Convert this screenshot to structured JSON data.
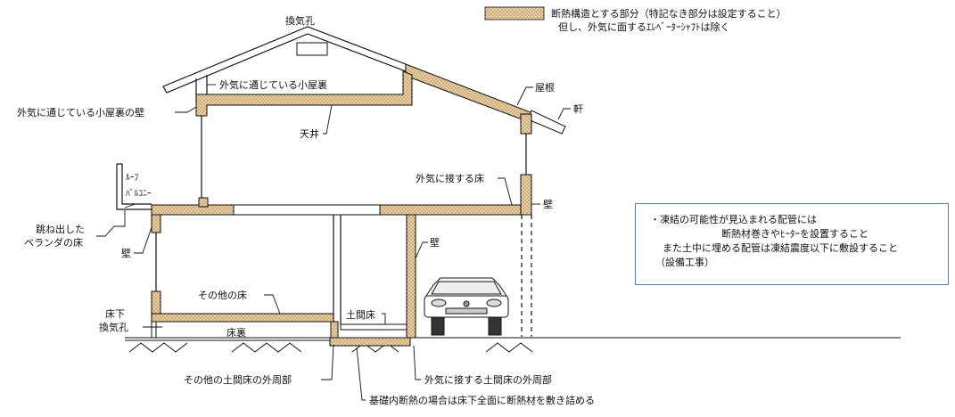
{
  "legend": {
    "line1": "断熱構造とする部分（特記なき部分は設定すること）",
    "line2": "但し、外気に面するｴﾚﾍﾞｰﾀｰｼｬﾌﾄは除く"
  },
  "labels": {
    "vent_hole": "換気孔",
    "attic_open": "外気に通じている小屋裏",
    "attic_wall": "外気に通じている小屋裏の壁",
    "roof": "屋根",
    "eaves": "軒",
    "ceiling": "天井",
    "roof_balcony_1": "ﾙｰﾌ",
    "roof_balcony_2": "ﾊﾞﾙｺﾆｰ",
    "ext_floor": "外気に接する床",
    "wall_right": "壁",
    "veranda_1": "跳ね出した",
    "veranda_2": "ベランダの床",
    "wall_left": "壁",
    "wall_center": "壁",
    "other_floor": "その他の床",
    "earth_floor": "土間床",
    "underfloor_vent_1": "床下",
    "underfloor_vent_2": "換気孔",
    "floor_back": "床裏",
    "other_earth_perimeter": "その他の土間床の外周部",
    "ext_earth_perimeter": "外気に接する土間床の外周部",
    "foundation_note": "基礎内断熱の場合は床下全面に断熱材を敷き詰める"
  },
  "note": {
    "line1": "・凍結の可能性が見込まれる配管には",
    "line2": "断熱材巻きやﾋｰﾀｰを設置すること",
    "line3": "また土中に埋める配管は凍結震度以下に敷設すること",
    "line4": "（設備工事）"
  },
  "colors": {
    "insulation": "#e9cfa6",
    "insulation_dot": "#a6783e",
    "line": "#111111",
    "note_border": "#4f7fb0"
  }
}
